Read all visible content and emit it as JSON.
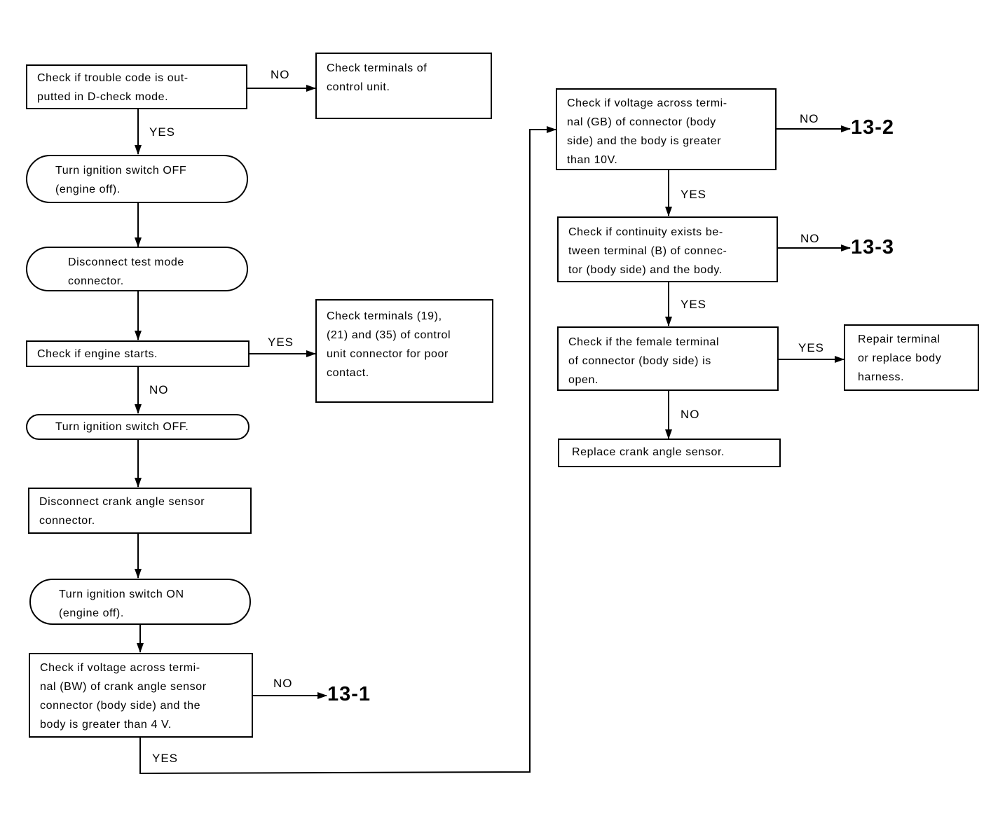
{
  "nodes": {
    "n1": "Check if trouble code is out-\nputted in D-check mode.",
    "n2": "Check terminals of\ncontrol unit.",
    "n3": "Turn ignition switch OFF\n(engine off).",
    "n4": "Disconnect test mode\nconnector.",
    "n5": "Check if engine starts.",
    "n6": "Check terminals (19),\n(21) and (35) of control\nunit connector for poor\ncontact.",
    "n7": "Turn ignition switch OFF.",
    "n8": "Disconnect crank angle sensor\nconnector.",
    "n9": "Turn ignition switch ON\n(engine off).",
    "n10": "Check if voltage across termi-\nnal (BW) of crank angle sensor\nconnector (body side) and the\nbody is greater than 4 V.",
    "n11": "Check if voltage across termi-\nnal (GB) of connector (body\nside) and the body is greater\nthan 10V.",
    "n12": "Check if continuity exists be-\ntween terminal (B) of connec-\ntor (body side) and the body.",
    "n13": "Check if the female terminal\nof connector (body side) is\nopen.",
    "n14": "Repair terminal\nor replace body\nharness.",
    "n15": "Replace crank angle sensor."
  },
  "labels": {
    "l1": "NO",
    "l2": "YES",
    "l3": "YES",
    "l4": "NO",
    "l5": "NO",
    "l6": "YES",
    "l7": "NO",
    "l8": "YES",
    "l9": "NO",
    "l10": "YES",
    "l11": "YES",
    "l12": "NO"
  },
  "refs": {
    "r1": "13-1",
    "r2": "13-2",
    "r3": "13-3"
  }
}
